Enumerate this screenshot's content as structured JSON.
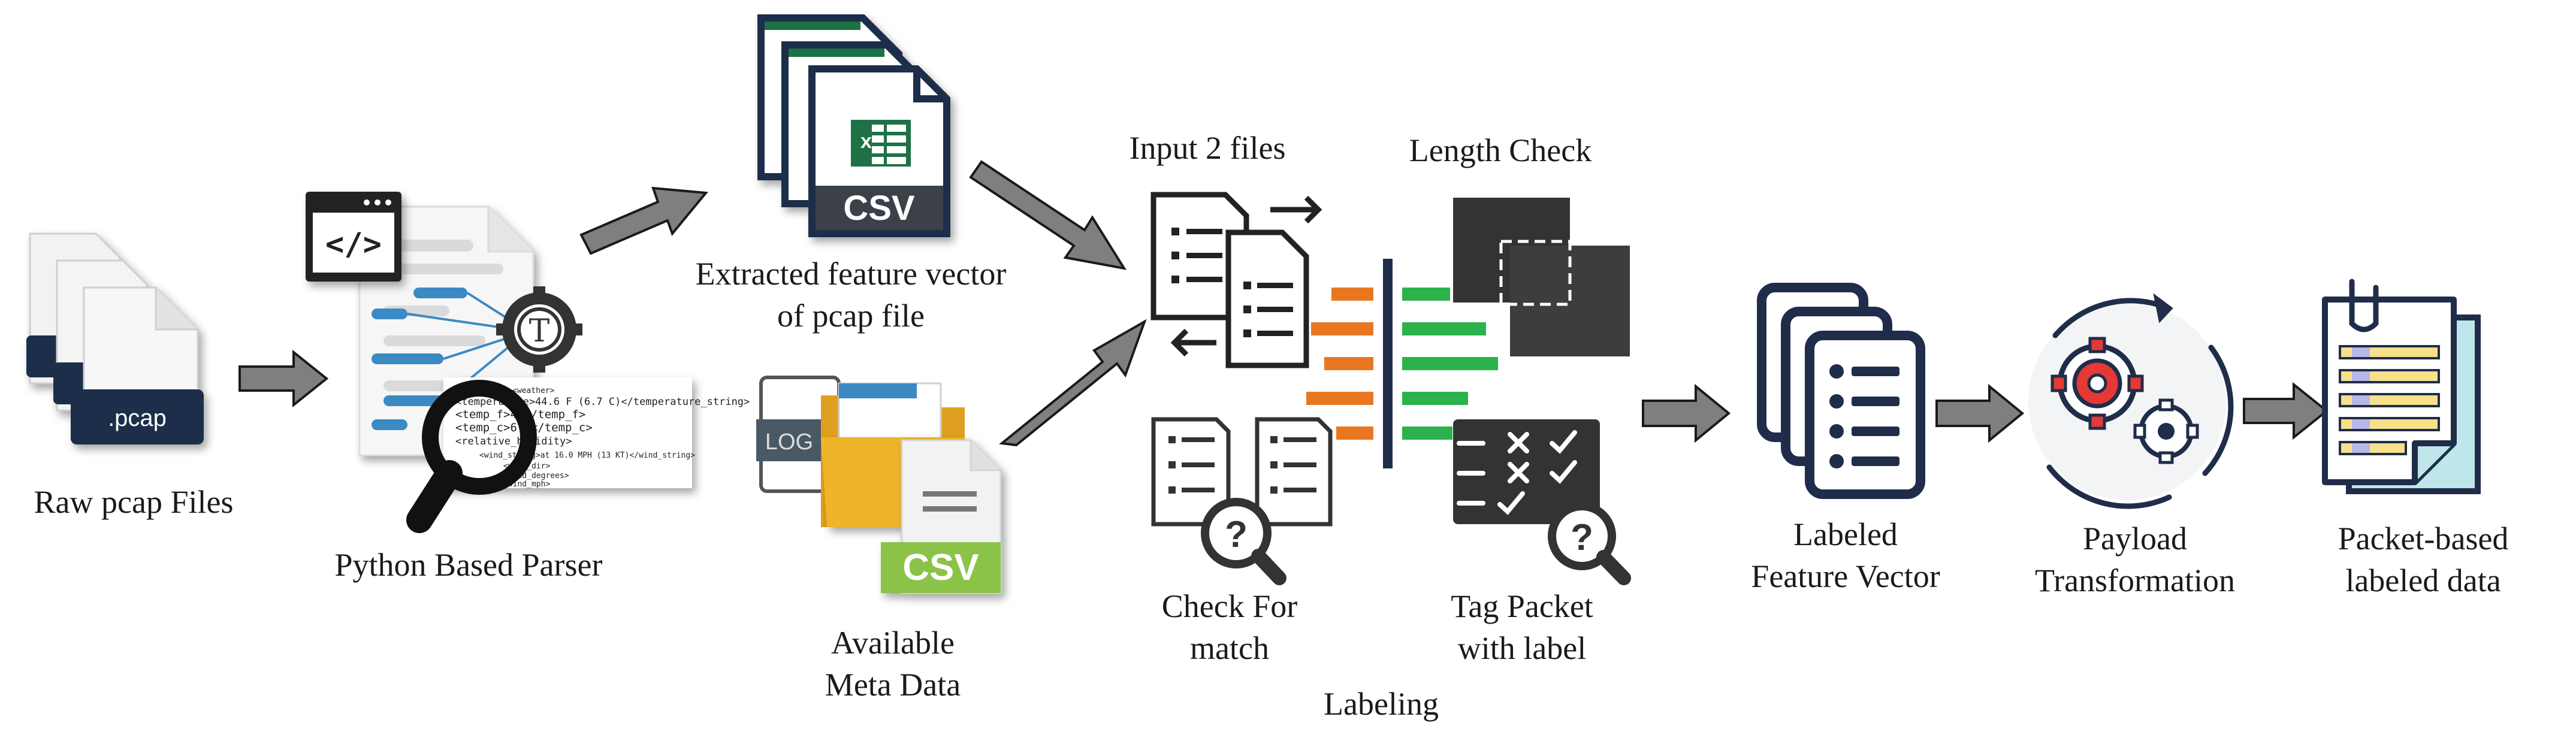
{
  "diagram": {
    "stages": {
      "raw_pcap": {
        "icon_text": ".pcap",
        "label": "Raw pcap Files"
      },
      "parser": {
        "label": "Python Based Parser",
        "code_snippet": [
          "<weather>",
          "<temperature>44.6 F (6.7 C)</temperature_string>",
          "<temp_f>44</temp_f>",
          "<temp_c>6.7</temp_c>",
          "<relative_humidity>",
          "<wind_string>at 16.0 MPH (13 KT)</wind_string>",
          "<wind_dir>",
          "<wind_degrees>",
          "<wind_mph>"
        ]
      },
      "extracted": {
        "icon_text": "CSV",
        "label_lines": [
          "Extracted feature vector",
          "of pcap file"
        ]
      },
      "meta": {
        "log_text": "LOG",
        "csv_text": "CSV",
        "label_lines": [
          "Available",
          "Meta Data"
        ]
      },
      "labeling": {
        "label": "Labeling",
        "input_files": "Input 2 files",
        "length_check": "Length Check",
        "check_match_lines": [
          "Check For",
          "match"
        ],
        "tag_packet_lines": [
          "Tag Packet",
          "with label"
        ]
      },
      "labeled_vector": {
        "label_lines": [
          "Labeled",
          "Feature Vector"
        ]
      },
      "payload": {
        "label_lines": [
          "Payload",
          "Transformation"
        ]
      },
      "packet_data": {
        "label_lines": [
          "Packet-based",
          "labeled data"
        ]
      }
    },
    "colors": {
      "arrow_fill": "#7f7f7f",
      "navy": "#1f2d4a",
      "excel_green": "#1e7145",
      "csv_green": "#8bc34a",
      "orange": "#e87722",
      "green": "#2bb24c",
      "dark": "#333333",
      "folder": "#f0b429",
      "blue": "#3b8ac4",
      "red": "#e53935"
    }
  }
}
